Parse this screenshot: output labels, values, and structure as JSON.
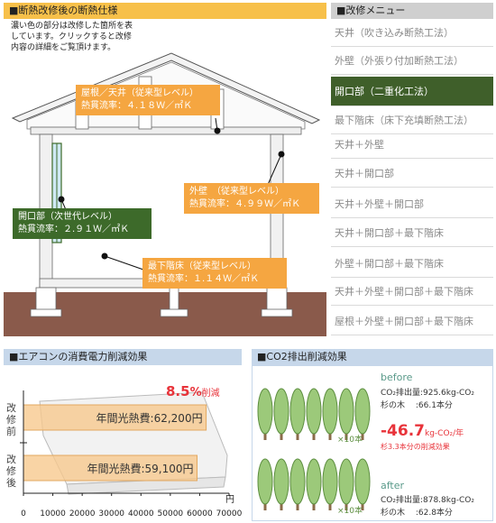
{
  "left_panel": {
    "title": "■断熱改修後の断熱仕様",
    "intro": [
      "濃い色の部分は改修した箇所を表",
      "しています。クリックすると改修",
      "内容の詳細をご覧頂けます。"
    ],
    "callouts": {
      "roof": [
        "屋根／天井（従来型レベル）",
        "熱貫流率：４.１８Ｗ／㎡Ｋ"
      ],
      "wall": [
        "外壁　（従来型レベル）",
        "熱貫流率：４.９９Ｗ／㎡Ｋ"
      ],
      "opening": [
        "開口部（次世代レベル）",
        "熱貫流率：２.９１Ｗ／㎡Ｋ"
      ],
      "floor": [
        "最下階床（従来型レベル）",
        "熱貫流率：１.１４Ｗ／㎡Ｋ"
      ]
    }
  },
  "menu": {
    "title": "■改修メニュー",
    "items": [
      "天井（吹き込み断熱工法）",
      "外壁（外張り付加断熱工法）",
      "開口部（二重化工法）",
      "最下階床（床下充填断熱工法）",
      "天井＋外壁",
      "天井＋開口部",
      "天井＋外壁＋開口部",
      "天井＋開口部＋最下階床",
      "外壁＋開口部＋最下階床",
      "天井＋外壁＋開口部＋最下階床",
      "屋根＋外壁＋開口部＋最下階床"
    ],
    "active_index": 2
  },
  "ac_panel": {
    "title": "■エアコンの消費電力削減効果",
    "reduction_value": "8.5",
    "reduction_unit": "%",
    "reduction_suffix": "削減",
    "row_labels": [
      "改修前",
      "改修後"
    ],
    "unit": "円"
  },
  "co2_panel": {
    "title": "■CO2排出削減効果",
    "before_label": "before",
    "before_emission": "CO₂排出量:925.6kg-CO₂",
    "before_trees": "杉の木　 :66.1本分",
    "tree_multiplier": "×10本",
    "reduction": "-46.7",
    "reduction_unit": "kg-CO₂/年",
    "reduction_note": "杉3.3本分の削減効果",
    "after_label": "after",
    "after_emission": "CO₂排出量:878.8kg-CO₂",
    "after_trees": "杉の木　 :62.8本分"
  },
  "colors": {
    "accent_orange": "#f5a641",
    "accent_green": "#3d6a2a",
    "reduction_red": "#e8333a",
    "ground": "#8a5a4b"
  },
  "chart_data": {
    "type": "bar",
    "orientation": "horizontal",
    "categories": [
      "改修前",
      "改修後"
    ],
    "values": [
      62200,
      59100
    ],
    "value_labels": [
      "年間光熱費:62,200円",
      "年間光熱費:59,100円"
    ],
    "xlim": [
      0,
      70000
    ],
    "x_ticks": [
      "0",
      "10000",
      "20000",
      "30000",
      "40000",
      "50000",
      "60000",
      "70000"
    ],
    "xlabel": "円",
    "annotation": "8.5%削減"
  }
}
